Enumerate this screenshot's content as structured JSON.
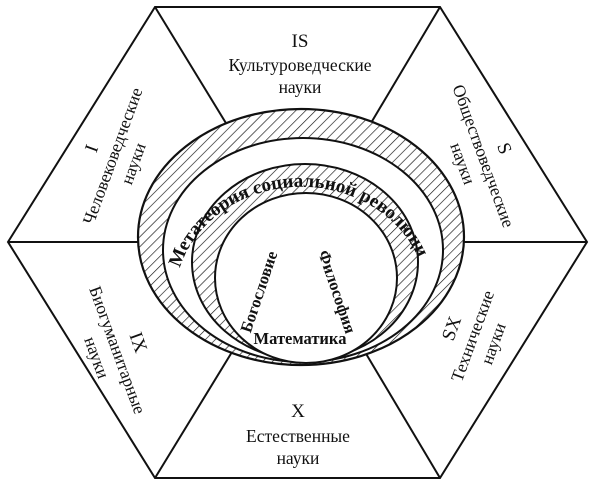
{
  "sectors": {
    "top": {
      "symbol": "IS",
      "lines": [
        "Культуроведческие",
        "науки"
      ]
    },
    "upper_left": {
      "symbol": "I",
      "lines": [
        "Человековедческие",
        "науки"
      ]
    },
    "upper_right": {
      "symbol": "S",
      "lines": [
        "Обществоведческие",
        "науки"
      ]
    },
    "lower_left": {
      "symbol": "IX",
      "lines": [
        "Биогуманитарные",
        "науки"
      ]
    },
    "lower_right": {
      "symbol": "SX",
      "lines": [
        "Технические",
        "науки"
      ]
    },
    "bottom": {
      "symbol": "X",
      "lines": [
        "Естественные",
        "науки"
      ]
    }
  },
  "rings": {
    "outer_arc_text": "Метатеория социальной революции",
    "center_left": "Богословие",
    "center_right": "Философия",
    "center_bottom": "Математика"
  }
}
